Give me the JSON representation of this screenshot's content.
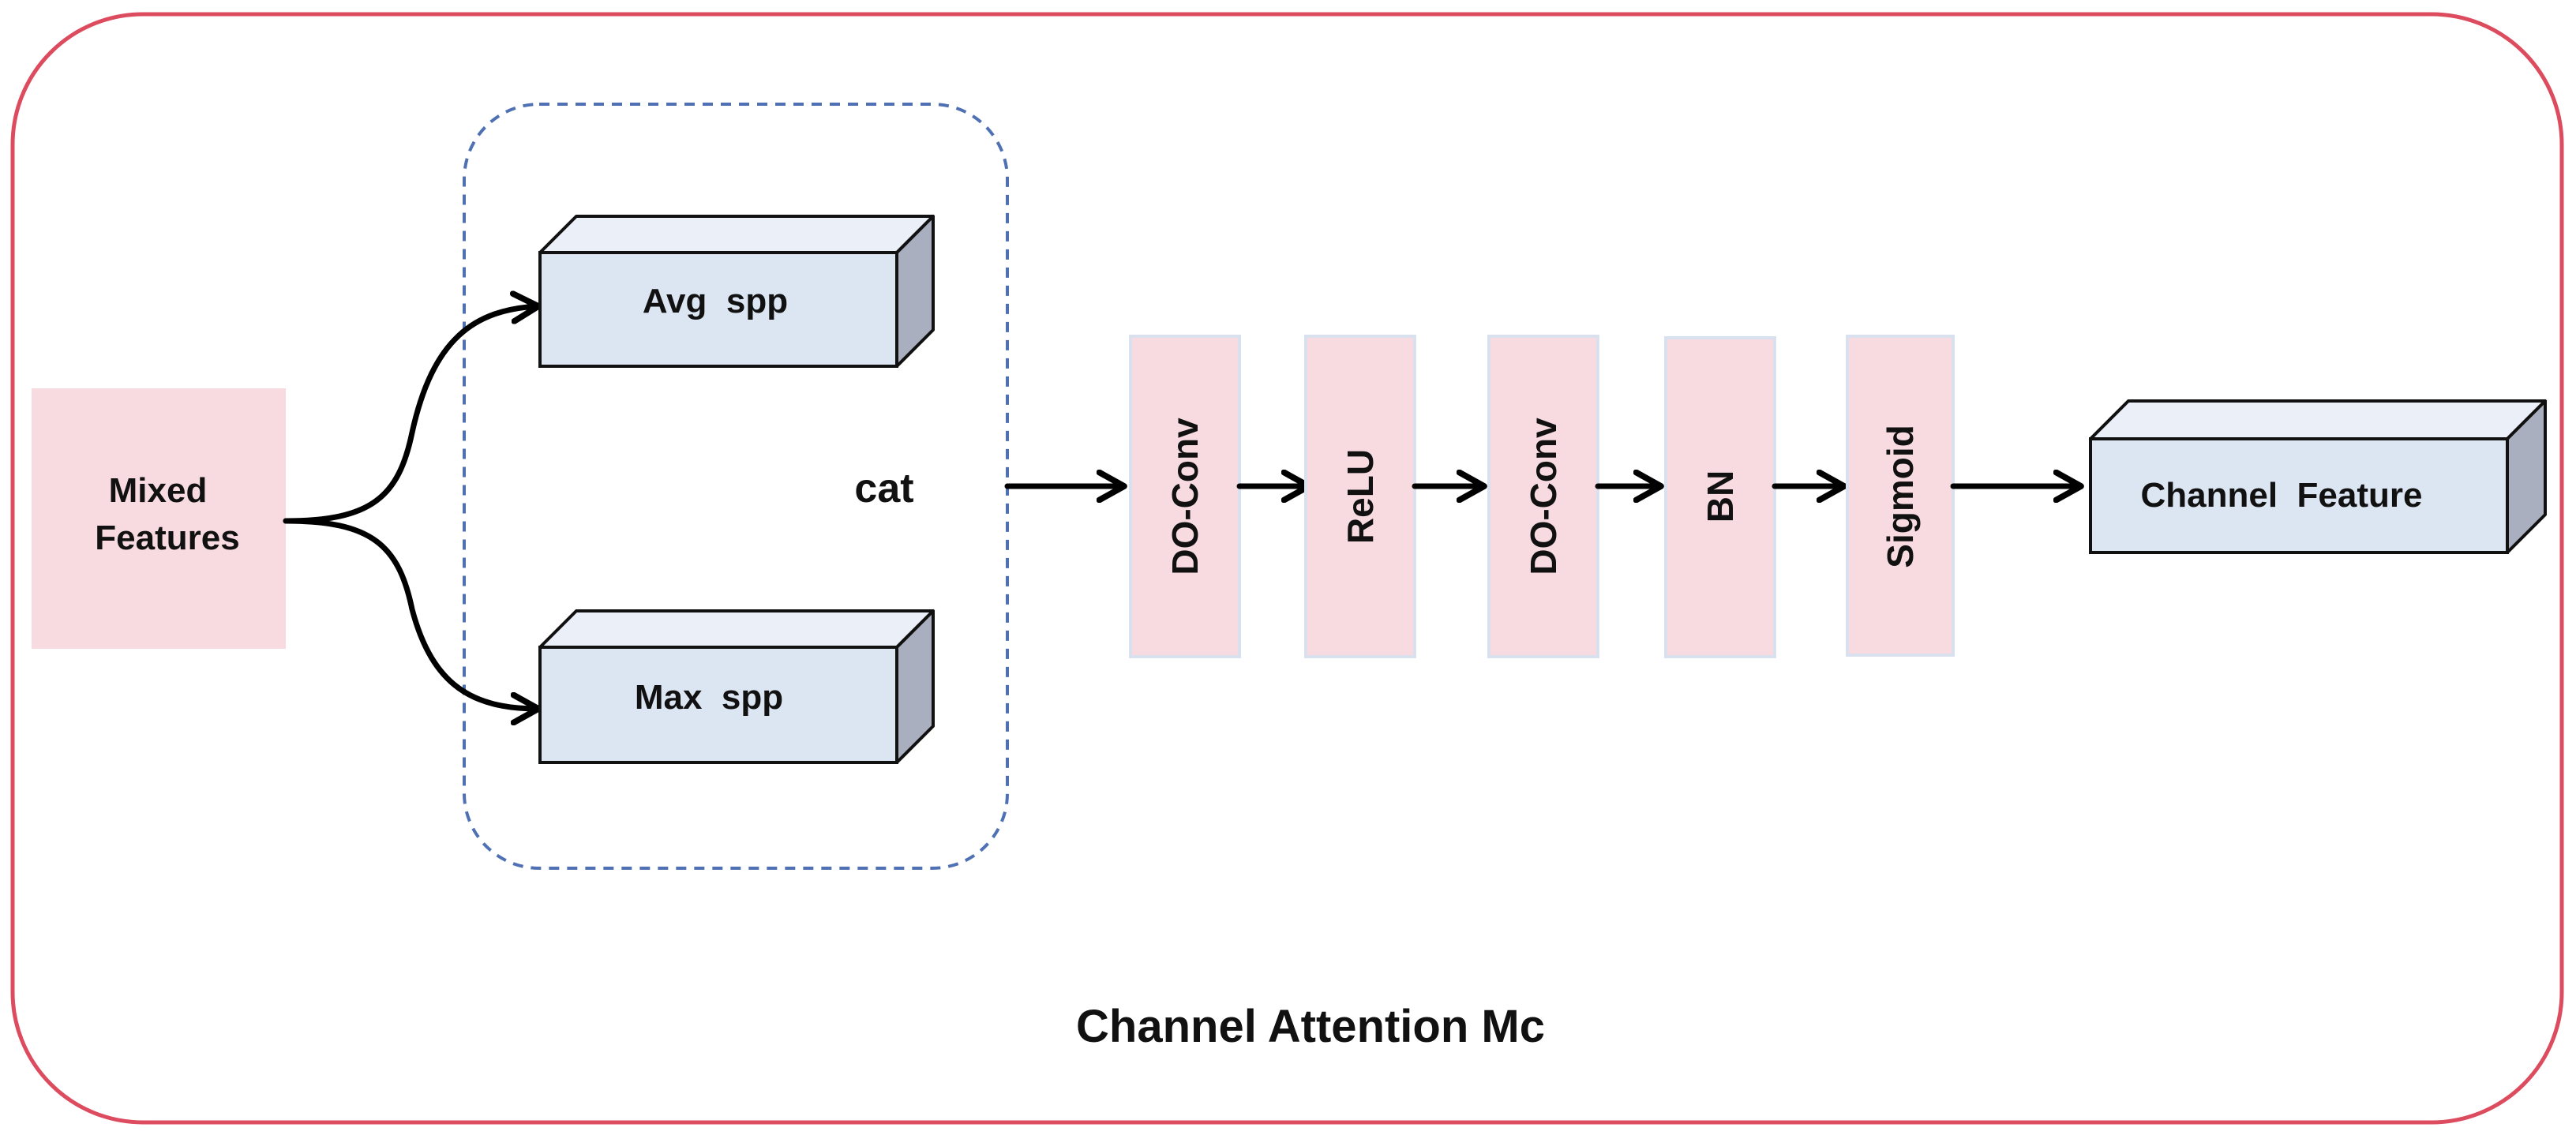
{
  "diagram": {
    "title": "Channel Attention Mc",
    "input": {
      "line1": "Mixed",
      "line2": "Features"
    },
    "pool_avg": "Avg  spp",
    "pool_max": "Max  spp",
    "concat": "cat",
    "stages": [
      "DO-Conv",
      "ReLU",
      "DO-Conv",
      "BN",
      "Sigmoid"
    ],
    "output": "Channel  Feature"
  },
  "colors": {
    "outer_border": "#dc4b5e",
    "pink_box": "#f7dbe1",
    "pink_box_border": "#d9e1ef",
    "cube_front": "#dce5f2",
    "cube_top": "#eaeff8",
    "cube_side": "#a9afbf",
    "dashed_group": "#4f71b4",
    "arrows": "#000000"
  }
}
